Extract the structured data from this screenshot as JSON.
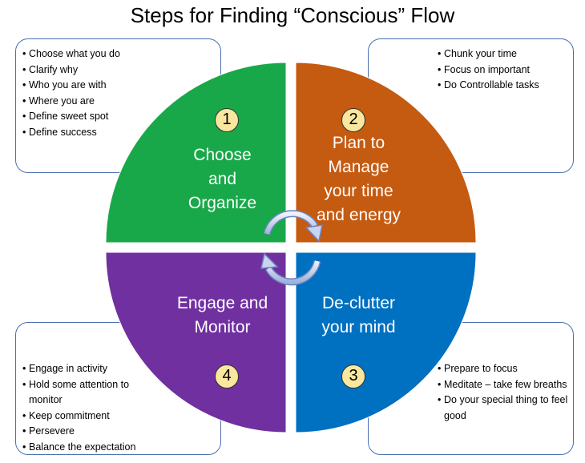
{
  "title": "Steps for Finding “Conscious” Flow",
  "colors": {
    "q1": "#19a849",
    "q2": "#c55a11",
    "q3": "#0070c0",
    "q4": "#7030a0",
    "box_border": "#4a6fb3",
    "badge": "#f9e79f"
  },
  "quadrants": [
    {
      "number": "1",
      "label": "Choose and Organize",
      "lines": [
        "Choose",
        "and",
        "Organize"
      ],
      "bullets": [
        "Choose what you do",
        "Clarify why",
        "Who you are with",
        "Where you are",
        "Define sweet spot",
        "Define success"
      ]
    },
    {
      "number": "2",
      "label": "Plan to Manage your time and energy",
      "lines": [
        "Plan to",
        "Manage",
        "your time",
        "and energy"
      ],
      "bullets": [
        "Chunk your time",
        "Focus on important",
        "Do Controllable tasks"
      ]
    },
    {
      "number": "3",
      "label": "De-clutter your mind",
      "lines": [
        "De-clutter",
        "your mind"
      ],
      "bullets": [
        "Prepare to focus",
        "Meditate – take few breaths",
        "Do your special thing to feel good"
      ]
    },
    {
      "number": "4",
      "label": "Engage and Monitor",
      "lines": [
        "Engage and",
        "Monitor"
      ],
      "bullets": [
        "Engage in activity",
        "Hold some attention to monitor",
        "Keep commitment",
        "Persevere",
        "Balance the expectation"
      ]
    }
  ]
}
